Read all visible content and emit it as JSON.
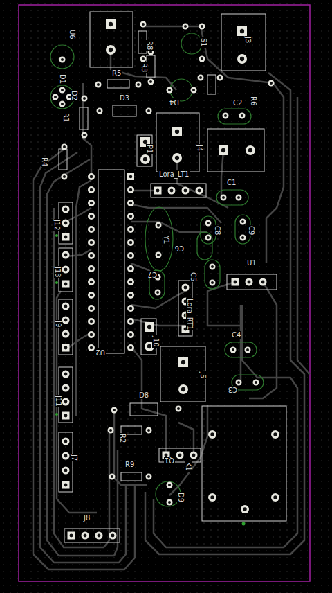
{
  "diagram": {
    "labels": [
      "U6",
      "R8",
      "S1",
      "J3",
      "R3",
      "R5",
      "D1",
      "D2",
      "R6",
      "D3",
      "C2",
      "D4",
      "R1",
      "P1",
      "J4",
      "R4",
      "Lora_LT1",
      "C1",
      "J12",
      "C8",
      "C9",
      "Y1",
      "C6",
      "J13",
      "C7",
      "C5",
      "U1",
      "Lora_RT1",
      "J9",
      "J10",
      "C4",
      "U2",
      "J5",
      "C3",
      "J11",
      "D8",
      "R2",
      "J7",
      "R9",
      "Q1",
      "K1",
      "D9",
      "J8"
    ]
  }
}
